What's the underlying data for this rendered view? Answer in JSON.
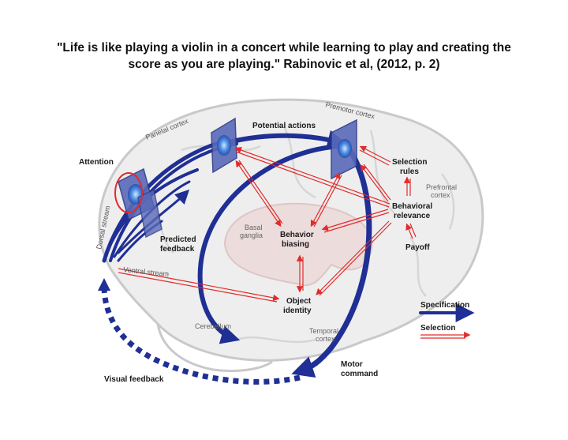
{
  "title": {
    "line1": "\"Life is like playing a violin in a concert while learning to play and creating the",
    "line2": "score as you are playing.\" Rabinovic et al, (2012, p. 2)"
  },
  "labels": {
    "premotor": "Premotor cortex",
    "parietal": "Parietal cortex",
    "potential": "Potential actions",
    "attention": "Attention",
    "selection_rules_1": "Selection",
    "selection_rules_2": "rules",
    "prefrontal_1": "Prefrontal",
    "prefrontal_2": "cortex",
    "dorsal": "Dorsal stream",
    "behavioral_rel_1": "Behavioral",
    "behavioral_rel_2": "relevance",
    "basal_1": "Basal",
    "basal_2": "ganglia",
    "biasing_1": "Behavior",
    "biasing_2": "biasing",
    "predicted_1": "Predicted",
    "predicted_2": "feedback",
    "payoff": "Payoff",
    "ventral": "Ventral stream",
    "object_1": "Object",
    "object_2": "identity",
    "cerebellum": "Cerebellum",
    "temporal_1": "Temporal",
    "temporal_2": "cortex",
    "motor_1": "Motor",
    "motor_2": "command",
    "visual_feedback": "Visual feedback"
  },
  "legend": {
    "specification": "Specification",
    "selection": "Selection"
  },
  "colors": {
    "specification": "#1f2f95",
    "selection": "#e22b2b",
    "brain_fill": "#eeeeee",
    "brain_stroke": "#c9c9c9",
    "basal_fill": "#ecdcdc",
    "panel": "#5a6ab8"
  }
}
